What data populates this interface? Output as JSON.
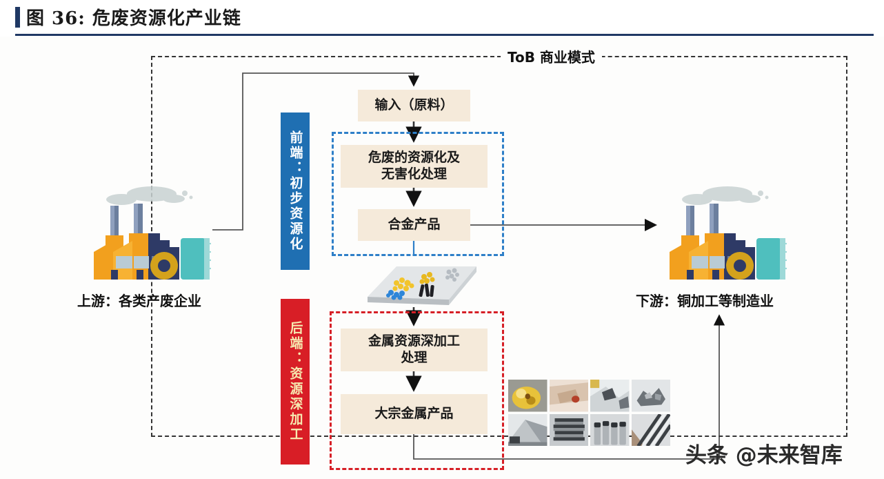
{
  "header": {
    "figure_label": "图  36:",
    "title": "危废资源化产业链",
    "full_title": "图  36:  危废资源化产业链",
    "accent_color": "#1F3864"
  },
  "diagram": {
    "outer_group_label": "ToB 商业模式",
    "outer_group_border_color": "#333333",
    "ribbons": [
      {
        "id": "front-end",
        "text": "前端：初步资源化",
        "bg_color": "#1F6FB2",
        "text_color": "#FFFFFF"
      },
      {
        "id": "back-end",
        "text": "后端：资源深加工",
        "bg_color": "#D81E26",
        "text_color": "#F6E9B0"
      }
    ],
    "groups": [
      {
        "id": "front-end-group",
        "border_color": "#2E7FC8",
        "style": "dashed"
      },
      {
        "id": "back-end-group",
        "border_color": "#D61F26",
        "style": "dashed"
      }
    ],
    "process_boxes": [
      {
        "id": "input",
        "text": "输入（原料）",
        "fill": "#F5EADA"
      },
      {
        "id": "hazard-treatment",
        "text": "危废的资源化及\n无害化处理",
        "line1": "危废的资源化及",
        "line2": "无害化处理",
        "fill": "#F5EADA"
      },
      {
        "id": "alloy-product",
        "text": "合金产品",
        "fill": "#F5EADA"
      },
      {
        "id": "deep-processing",
        "line1": "金属资源深加工",
        "line2": "处理",
        "fill": "#F5EADA"
      },
      {
        "id": "bulk-metal-product",
        "text": "大宗金属产品",
        "fill": "#F5EADA"
      }
    ],
    "endpoints": [
      {
        "id": "upstream",
        "caption": "上游：各类产废企业",
        "icon": "factory-icon"
      },
      {
        "id": "downstream",
        "caption": "下游：铜加工等制造业",
        "icon": "factory-icon"
      }
    ],
    "center_illustration": {
      "id": "metal-samples-tray",
      "icon": "mineral-tray-icon"
    },
    "photo_grid": {
      "rows": 2,
      "cols": 4,
      "items": [
        {
          "id": "photo-1",
          "label": "yellow-sulfur-ore-photo",
          "c1": "#E8C23A",
          "c2": "#B88C18",
          "c3": "#F6E08A"
        },
        {
          "id": "photo-2",
          "label": "copper-pour-photo",
          "c1": "#D9C3AE",
          "c2": "#B4412A",
          "c3": "#EDE0D4"
        },
        {
          "id": "photo-3",
          "label": "metal-scrap-pile-photo",
          "c1": "#CFD4D6",
          "c2": "#4B5055",
          "c3": "#E9EDEE"
        },
        {
          "id": "photo-4",
          "label": "crystalline-metal-photo",
          "c1": "#B9BDC1",
          "c2": "#6D7378",
          "c3": "#E2E5E7"
        },
        {
          "id": "photo-5",
          "label": "metal-sheets-photo",
          "c1": "#BFC4C7",
          "c2": "#80868A",
          "c3": "#E4E7E9"
        },
        {
          "id": "photo-6",
          "label": "metal-coils-photo",
          "c1": "#8E9397",
          "c2": "#3A3E42",
          "c3": "#C6CACD"
        },
        {
          "id": "photo-7",
          "label": "metal-ingots-photo",
          "c1": "#AEB3B7",
          "c2": "#2E3236",
          "c3": "#D6D9DB"
        },
        {
          "id": "photo-8",
          "label": "metal-bars-photo",
          "c1": "#A9907A",
          "c2": "#3C4044",
          "c3": "#DCDEE0"
        }
      ]
    },
    "connector_color": "#555555",
    "box_fill": "#F5EADA"
  },
  "watermark": {
    "text": "头条 @未来智库"
  }
}
